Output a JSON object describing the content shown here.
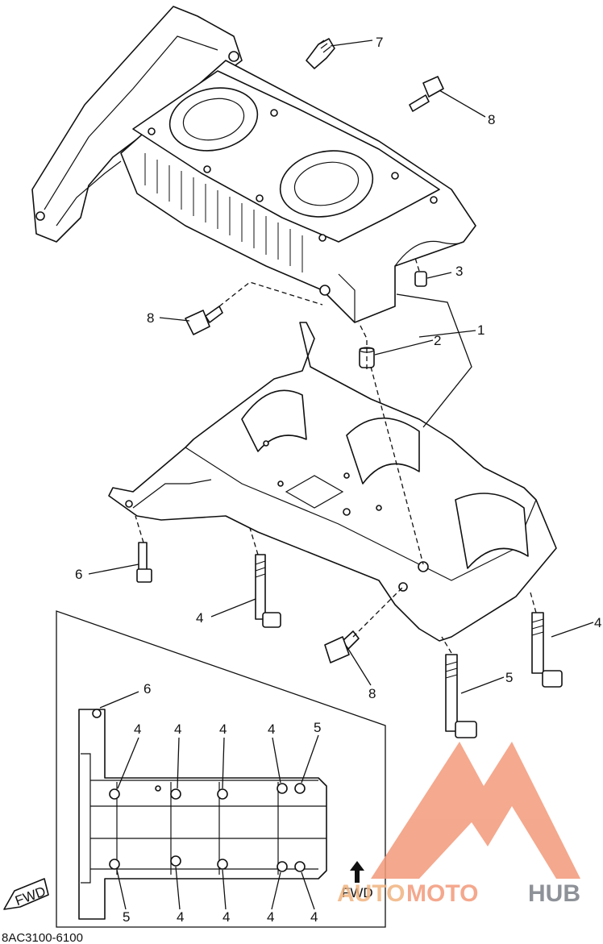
{
  "diagram_code": "8AC3100-6100",
  "fwd_label": "FWD",
  "watermark": {
    "part1": "AUTO",
    "part2": "MOTO",
    "part3": "HUB",
    "color_main": "#f39a7a",
    "color_accent": "#f0b37f",
    "color_dark": "#7b8087"
  },
  "callouts": [
    {
      "id": "c7",
      "text": "7"
    },
    {
      "id": "c8a",
      "text": "8"
    },
    {
      "id": "c3",
      "text": "3"
    },
    {
      "id": "c1",
      "text": "1"
    },
    {
      "id": "c2",
      "text": "2"
    },
    {
      "id": "c8b",
      "text": "8"
    },
    {
      "id": "c6a",
      "text": "6"
    },
    {
      "id": "c4a",
      "text": "4"
    },
    {
      "id": "c4b",
      "text": "4"
    },
    {
      "id": "c8c",
      "text": "8"
    },
    {
      "id": "c5a",
      "text": "5"
    }
  ],
  "inset_labels": [
    {
      "id": "i6",
      "text": "6"
    },
    {
      "id": "i4a",
      "text": "4"
    },
    {
      "id": "i4b",
      "text": "4"
    },
    {
      "id": "i4c",
      "text": "4"
    },
    {
      "id": "i4d",
      "text": "4"
    },
    {
      "id": "i5a",
      "text": "5"
    },
    {
      "id": "i5b",
      "text": "5"
    },
    {
      "id": "i4e",
      "text": "4"
    },
    {
      "id": "i4f",
      "text": "4"
    },
    {
      "id": "i4g",
      "text": "4"
    },
    {
      "id": "i4h",
      "text": "4"
    }
  ]
}
